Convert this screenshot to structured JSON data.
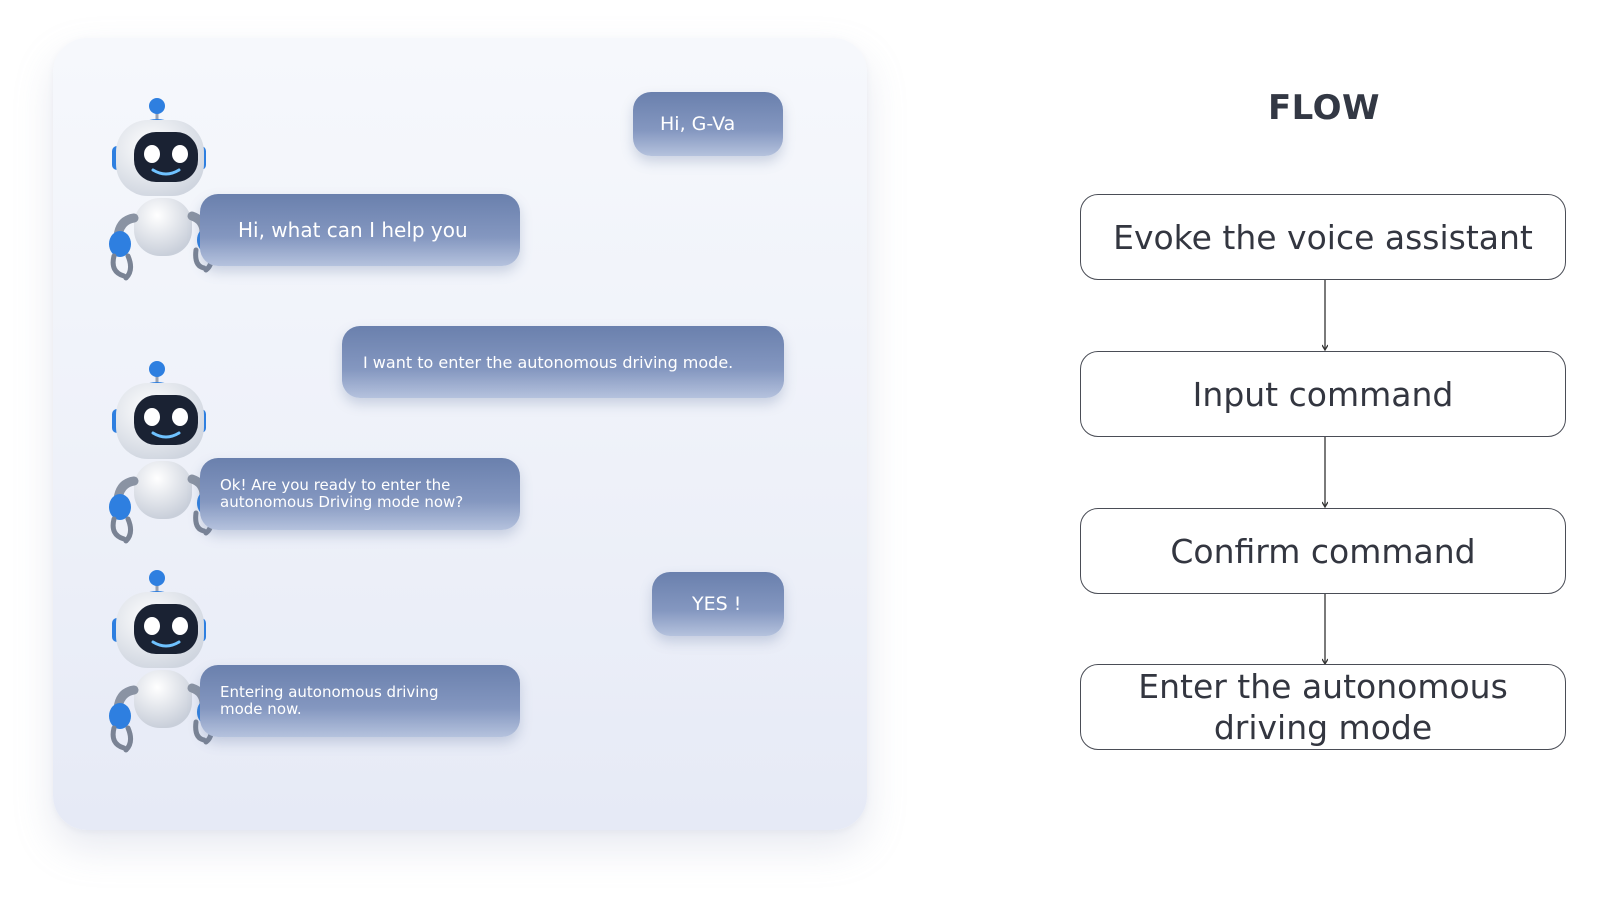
{
  "chat": {
    "messages": [
      {
        "from": "user",
        "text": "Hi, G-Va"
      },
      {
        "from": "assistant",
        "text": "Hi, what can I help you"
      },
      {
        "from": "user",
        "text": "I want to enter the autonomous driving mode."
      },
      {
        "from": "assistant",
        "text": "Ok! Are you ready to enter the\nautonomous Driving mode now?"
      },
      {
        "from": "user",
        "text": "YES !"
      },
      {
        "from": "assistant",
        "text": "Entering autonomous driving\nmode now."
      }
    ],
    "avatar_icon": "robot-icon",
    "bubble_color": "#7286b3"
  },
  "flow": {
    "title": "FLOW",
    "steps": [
      "Evoke the voice assistant",
      "Input command",
      "Confirm command",
      "Enter the autonomous driving mode"
    ],
    "arrow_icon": "arrow-down-icon"
  }
}
